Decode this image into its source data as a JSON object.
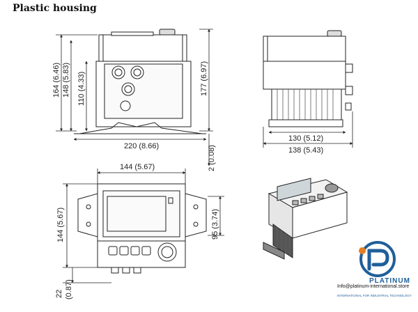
{
  "title": "Plastic housing",
  "front_view": {
    "dim_height_164": "164 (6.46)",
    "dim_height_148": "148 (5.83)",
    "dim_height_110": "110 (4.33)",
    "dim_height_177": "177 (6.97)",
    "dim_width_220": "220 (8.66)",
    "dim_thickness_2": "2 (0.08)"
  },
  "side_view": {
    "dim_width_130": "130 (5.12)",
    "dim_width_138": "138 (5.43)"
  },
  "top_view": {
    "dim_width_144": "144 (5.67)",
    "dim_height_144": "144 (5.67)",
    "dim_height_95": "95 (3.74)",
    "dim_height_22": "22",
    "dim_height_087": "(0.87)"
  },
  "watermark": {
    "brand": "PLATINUM",
    "tagline": "INTERNATIONAL FOR INDUSTRIAL TECHNOLOGY",
    "email": "Info@platinum-international.store",
    "colors": {
      "primary": "#1f5f9a",
      "accent": "#e67e22"
    }
  }
}
